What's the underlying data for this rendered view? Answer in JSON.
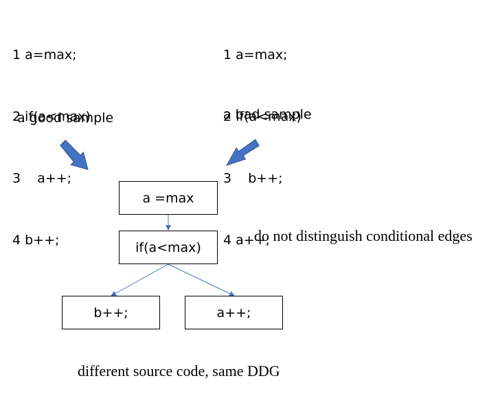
{
  "good_code": [
    "1 a=max;",
    "2 if(a<max)",
    "3    a++;",
    "4 b++;"
  ],
  "bad_code": [
    "1 a=max;",
    "2 if(a<max)",
    "3    b++;",
    "4 a++;"
  ],
  "good_label": "a good sample",
  "bad_label": "a bad sample",
  "nodes": {
    "assign": "a =max",
    "cond": "if(a<max)",
    "left": "b++;",
    "right": "a++;"
  },
  "note": "do not distinguish conditional edges",
  "footer": "different source code, same DDG",
  "colors": {
    "arrow_fill": "#4472C4",
    "arrow_stroke": "#2F528F",
    "edge": "#4472C4"
  }
}
